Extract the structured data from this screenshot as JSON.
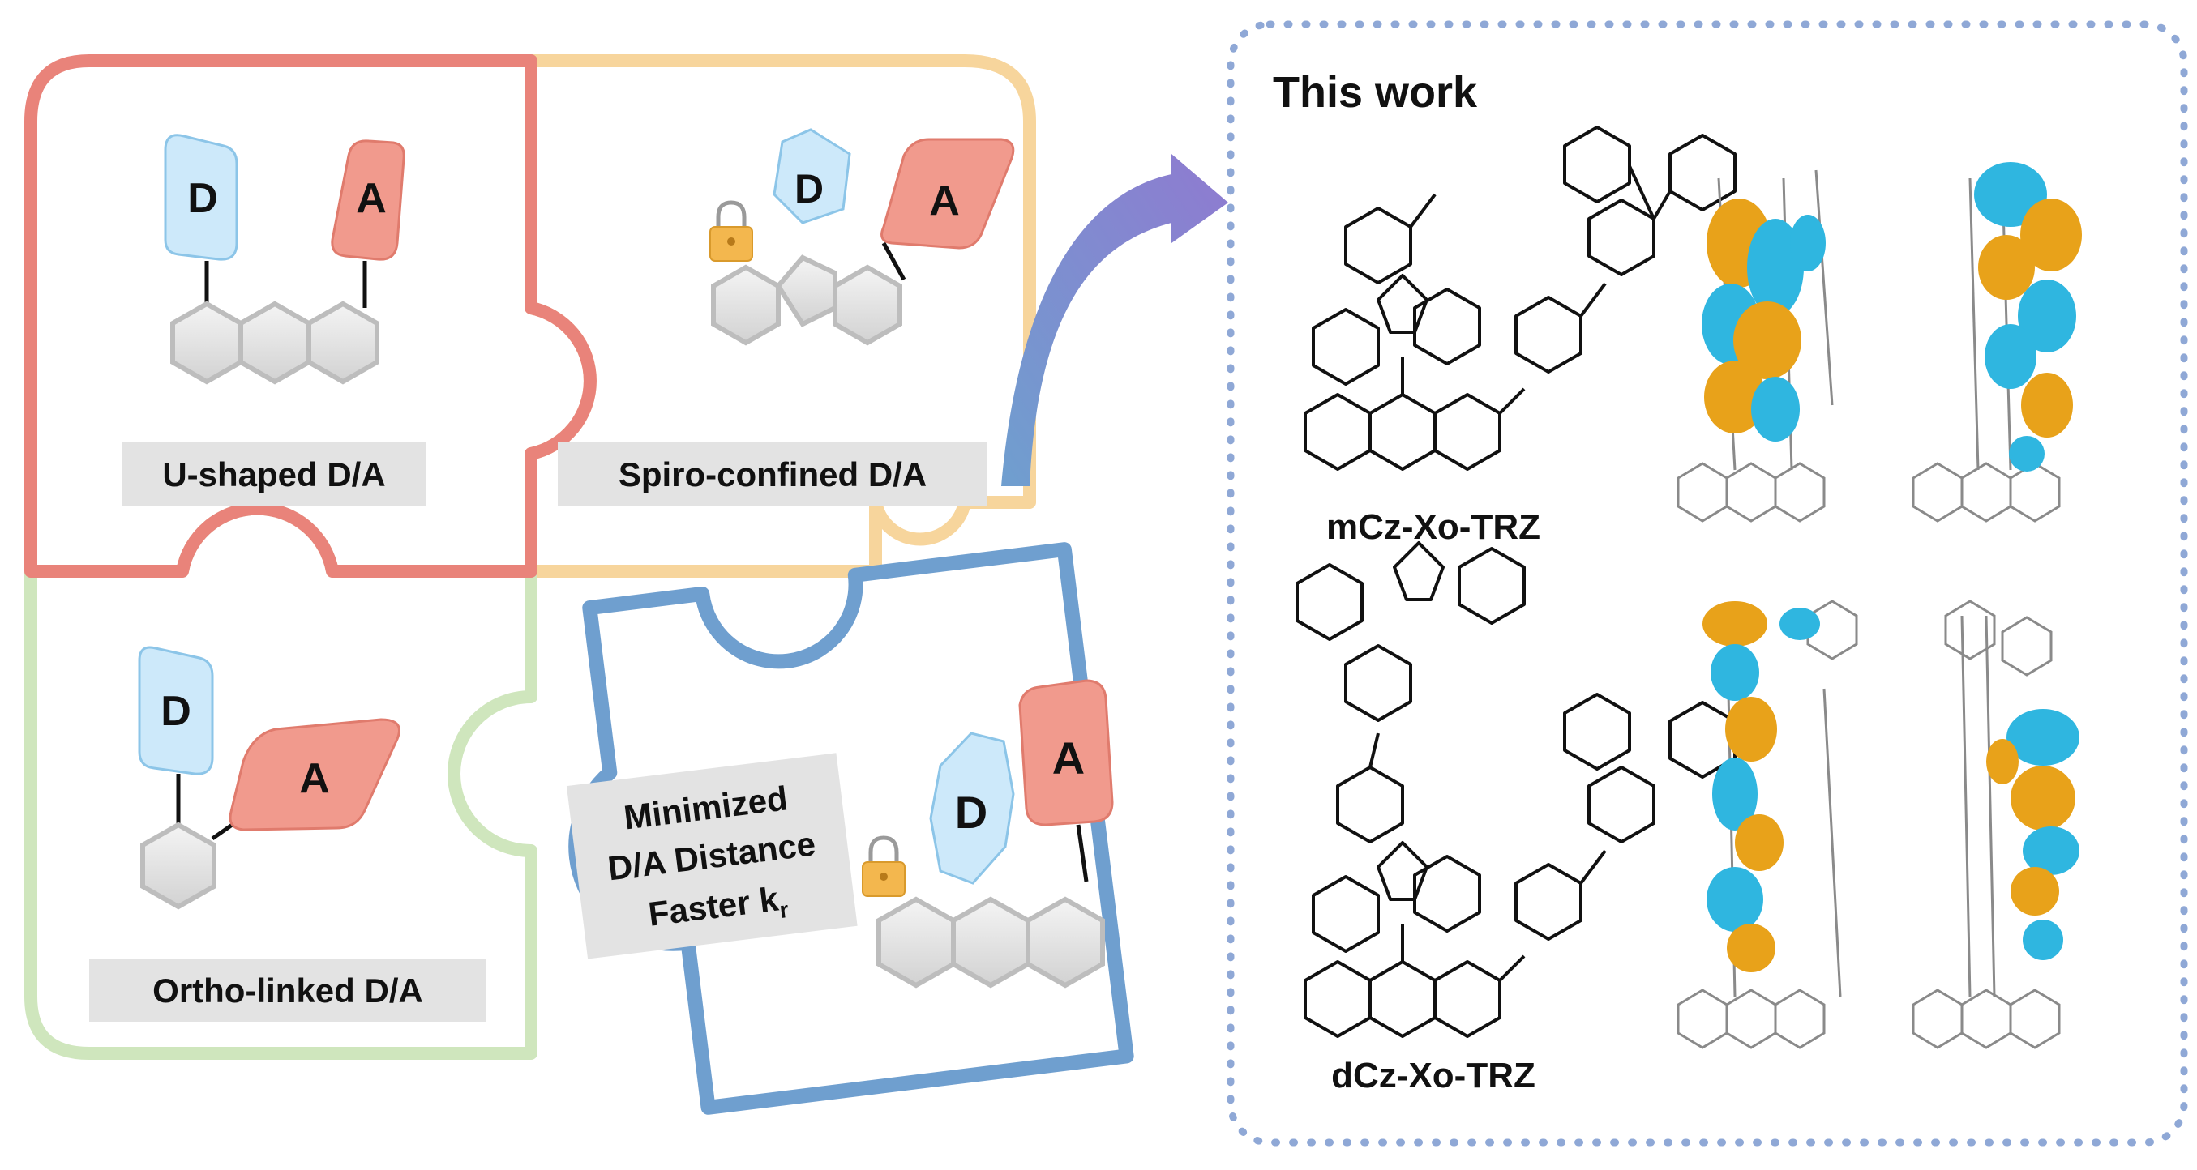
{
  "puzzle": {
    "u_shaped": {
      "label": "U-shaped D/A",
      "donor": "D",
      "acceptor": "A"
    },
    "spiro_confined": {
      "label": "Spiro-confined D/A",
      "donor": "D",
      "acceptor": "A"
    },
    "ortho_linked": {
      "label": "Ortho-linked D/A",
      "donor": "D",
      "acceptor": "A"
    },
    "this_design": {
      "line1": "Minimized",
      "line2": "D/A Distance",
      "line3": "Faster k",
      "line3_sub": "r",
      "donor": "D",
      "acceptor": "A"
    }
  },
  "this_work": {
    "title": "This work",
    "molecules": [
      {
        "name": "mCz-Xo-TRZ"
      },
      {
        "name": "dCz-Xo-TRZ"
      }
    ]
  },
  "colors": {
    "u_shaped_border": "#e9837a",
    "spiro_border": "#f7d59c",
    "ortho_border": "#cfe6bd",
    "this_design_border": "#6f9fcf",
    "donor_fill": "#cde9fa",
    "acceptor_fill": "#f19a8d",
    "ring_fill": "#e6e6e6",
    "orbital_blue": "#2fb6e0",
    "orbital_orange": "#e8a21a",
    "arrow_start": "#6f9fcf",
    "arrow_end": "#8f7ad0"
  }
}
